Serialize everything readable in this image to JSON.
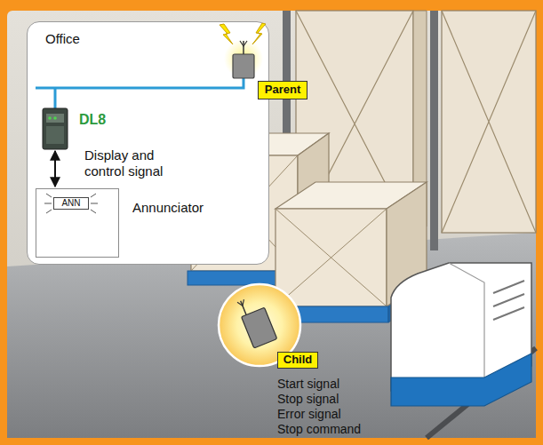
{
  "diagram": {
    "nodes": [
      {
        "text": [
          "Office"
        ]
      },
      {
        "text": [
          "Parent"
        ],
        "in": 0
      },
      {
        "text": [
          "DL8"
        ],
        "in": 0
      },
      {
        "text": [
          "Annunciator"
        ],
        "in": 0
      },
      {
        "text": [
          "ANN"
        ],
        "in": 3
      },
      {
        "text": [
          "Child"
        ]
      }
    ],
    "edges": [
      {
        "from": 2,
        "to": 3,
        "arrow": "both",
        "label": "Display and control signal"
      }
    ],
    "labels": [
      "Start signal",
      "Stop signal",
      "Error signal",
      "Stop command"
    ]
  }
}
